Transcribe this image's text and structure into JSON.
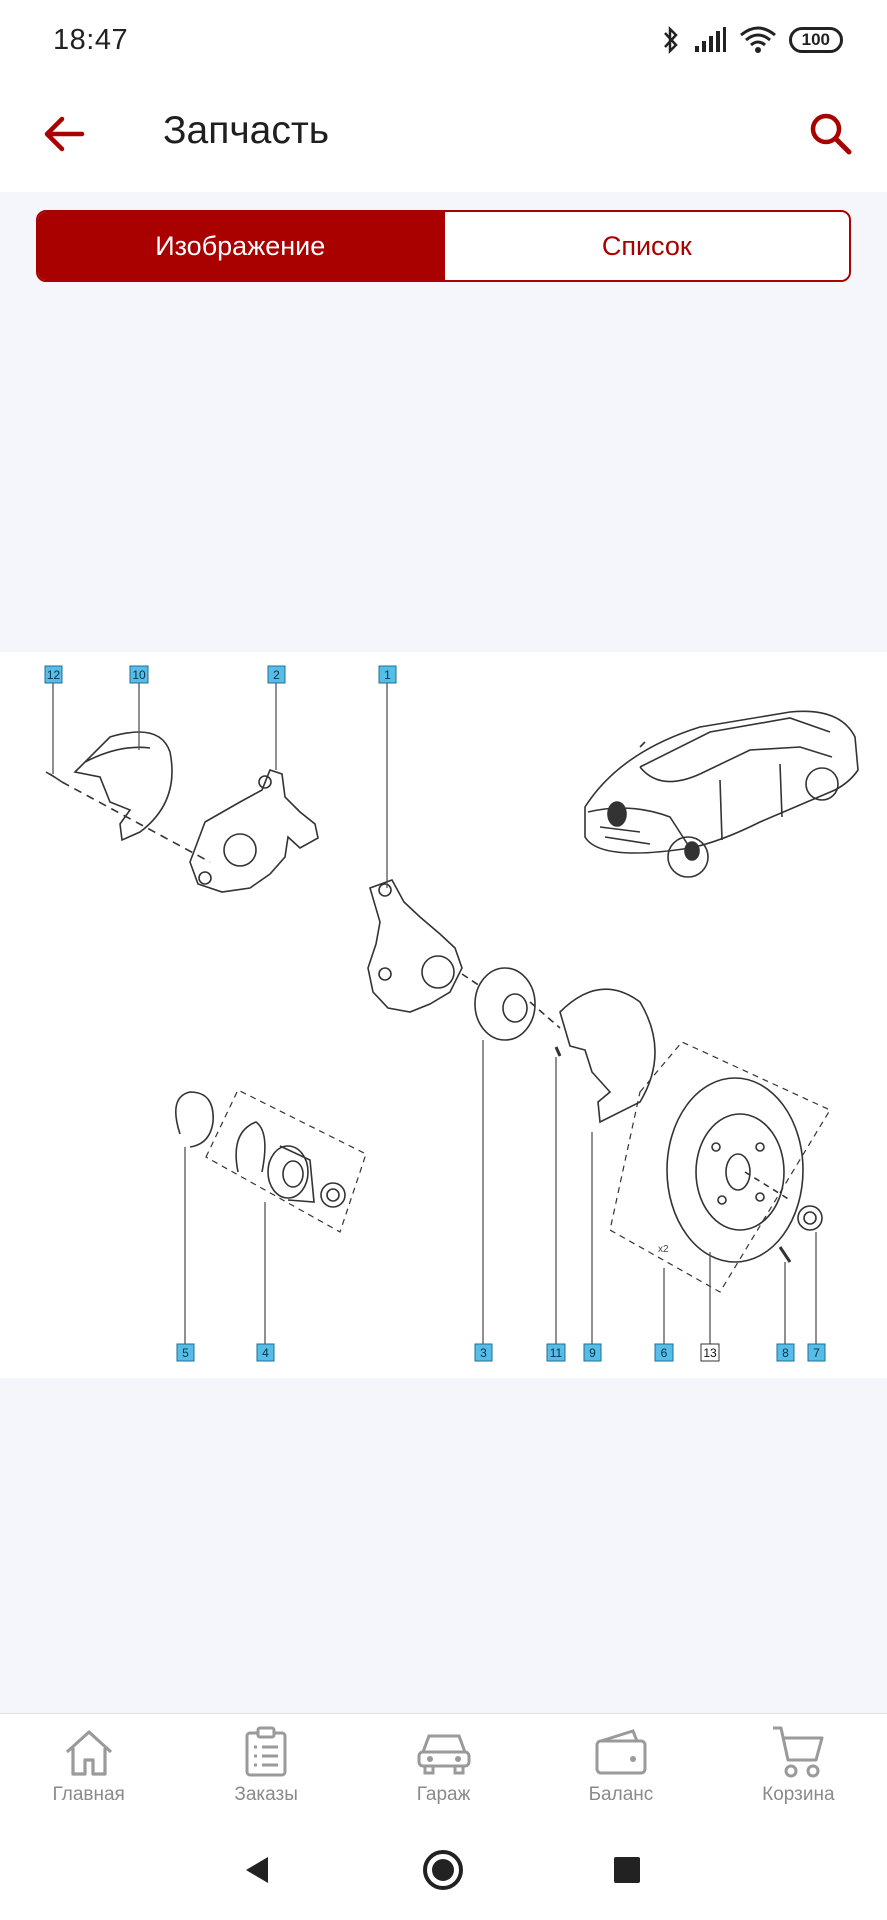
{
  "status_bar": {
    "time": "18:47",
    "battery": "100"
  },
  "app_bar": {
    "title": "Запчасть"
  },
  "view_toggle": {
    "image_label": "Изображение",
    "list_label": "Список",
    "active": "image"
  },
  "diagram": {
    "callouts_top": [
      "12",
      "10",
      "2",
      "1"
    ],
    "callouts_bottom": [
      "5",
      "4",
      "3",
      "11",
      "9",
      "6",
      "13",
      "8",
      "7"
    ],
    "multiplier_label": "x2"
  },
  "bottom_nav": {
    "items": [
      {
        "label": "Главная",
        "icon": "home-icon"
      },
      {
        "label": "Заказы",
        "icon": "orders-icon"
      },
      {
        "label": "Гараж",
        "icon": "car-icon"
      },
      {
        "label": "Баланс",
        "icon": "wallet-icon"
      },
      {
        "label": "Корзина",
        "icon": "cart-icon"
      }
    ]
  },
  "colors": {
    "accent": "#a90000",
    "callout": "#55bde6",
    "background": "#f5f6fb"
  }
}
